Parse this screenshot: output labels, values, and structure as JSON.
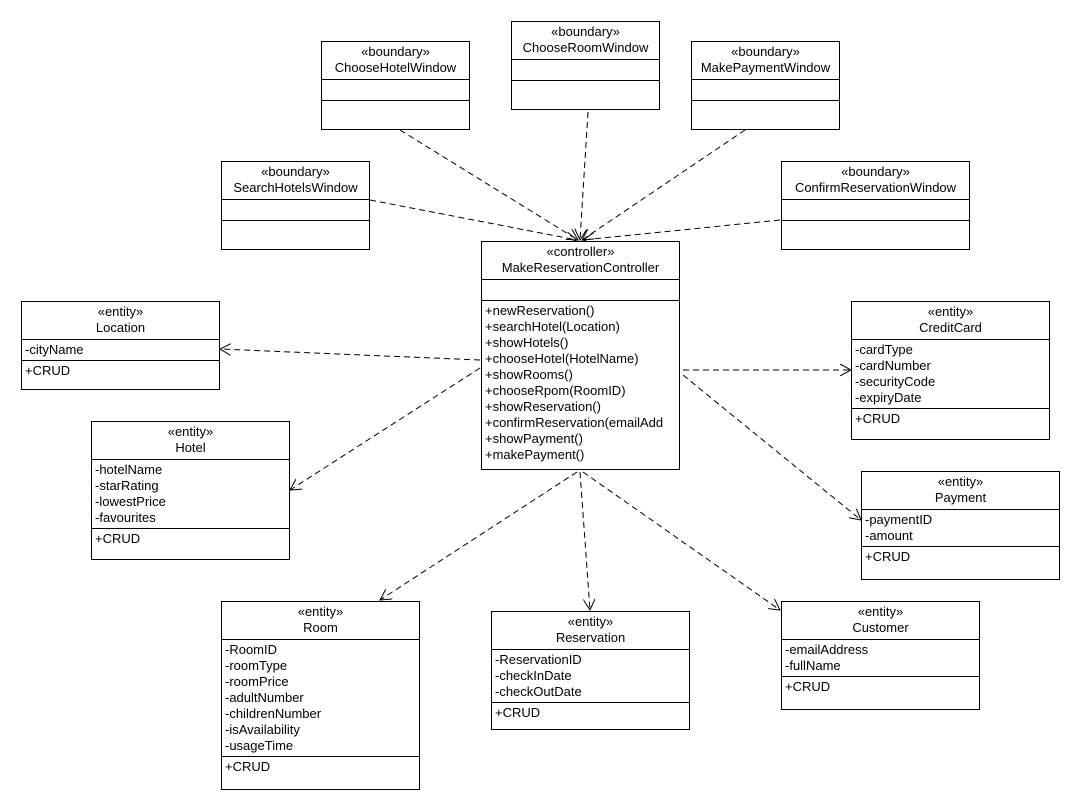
{
  "classes": {
    "choose_hotel_window": {
      "stereotype": "«boundary»",
      "name": "ChooseHotelWindow",
      "attributes": [],
      "operations": []
    },
    "choose_room_window": {
      "stereotype": "«boundary»",
      "name": "ChooseRoomWindow",
      "attributes": [],
      "operations": []
    },
    "make_payment_window": {
      "stereotype": "«boundary»",
      "name": "MakePaymentWindow",
      "attributes": [],
      "operations": []
    },
    "search_hotels_window": {
      "stereotype": "«boundary»",
      "name": "SearchHotelsWindow",
      "attributes": [],
      "operations": []
    },
    "confirm_reservation_window": {
      "stereotype": "«boundary»",
      "name": "ConfirmReservationWindow",
      "attributes": [],
      "operations": []
    },
    "controller": {
      "stereotype": "«controller»",
      "name": "MakeReservationController",
      "attributes": [],
      "operations": [
        "+newReservation()",
        "+searchHotel(Location)",
        "+showHotels()",
        "+chooseHotel(HotelName)",
        "+showRooms()",
        "+chooseRpom(RoomID)",
        "+showReservation()",
        "+confirmReservation(emailAdd",
        "+showPayment()",
        "+makePayment()"
      ]
    },
    "location": {
      "stereotype": "«entity»",
      "name": "Location",
      "attributes": [
        "-cityName"
      ],
      "operations": [
        "+CRUD"
      ]
    },
    "hotel": {
      "stereotype": "«entity»",
      "name": "Hotel",
      "attributes": [
        "-hotelName",
        "-starRating",
        "-lowestPrice",
        "-favourites"
      ],
      "operations": [
        "+CRUD"
      ]
    },
    "credit_card": {
      "stereotype": "«entity»",
      "name": "CreditCard",
      "attributes": [
        "-cardType",
        "-cardNumber",
        "-securityCode",
        "-expiryDate"
      ],
      "operations": [
        "+CRUD"
      ]
    },
    "payment": {
      "stereotype": "«entity»",
      "name": "Payment",
      "attributes": [
        "-paymentID",
        "-amount"
      ],
      "operations": [
        "+CRUD"
      ]
    },
    "room": {
      "stereotype": "«entity»",
      "name": "Room",
      "attributes": [
        "-RoomID",
        "-roomType",
        "-roomPrice",
        "-adultNumber",
        "-childrenNumber",
        "-isAvailability",
        "-usageTime"
      ],
      "operations": [
        "+CRUD"
      ]
    },
    "reservation": {
      "stereotype": "«entity»",
      "name": "Reservation",
      "attributes": [
        "-ReservationID",
        "-checkInDate",
        "-checkOutDate"
      ],
      "operations": [
        "+CRUD"
      ]
    },
    "customer": {
      "stereotype": "«entity»",
      "name": "Customer",
      "attributes": [
        "-emailAddress",
        "-fullName"
      ],
      "operations": [
        "+CRUD"
      ]
    }
  }
}
